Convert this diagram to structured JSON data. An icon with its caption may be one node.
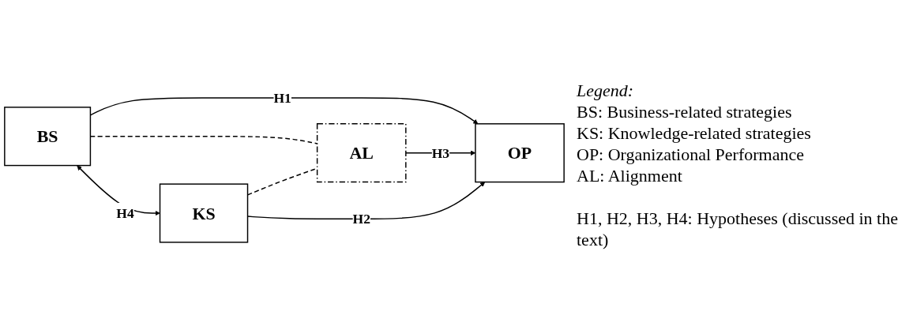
{
  "diagram": {
    "nodes": [
      {
        "text": [
          "BS"
        ]
      },
      {
        "text": [
          "AL"
        ]
      },
      {
        "text": [
          "OP"
        ]
      },
      {
        "text": [
          "KS"
        ]
      }
    ],
    "edges": [
      {
        "from": 0,
        "to": 2,
        "arrow": "to",
        "label": "H1"
      },
      {
        "from": 0,
        "to": 1,
        "arrow": "none",
        "style": "dashed"
      },
      {
        "from": 0,
        "to": 3,
        "arrow": "both",
        "label": "H4"
      },
      {
        "from": 1,
        "to": 2,
        "arrow": "to",
        "label": "H3"
      },
      {
        "from": 3,
        "to": 1,
        "arrow": "none",
        "style": "dashed"
      },
      {
        "from": 3,
        "to": 2,
        "arrow": "to",
        "label": "H2"
      }
    ],
    "labels": [
      "Legend:",
      "BS: Business-related strategies",
      "KS: Knowledge-related strategies",
      "OP: Organizational Performance",
      "AL: Alignment",
      "H1, H2, H3, H4: Hypotheses (discussed in the text)"
    ]
  }
}
